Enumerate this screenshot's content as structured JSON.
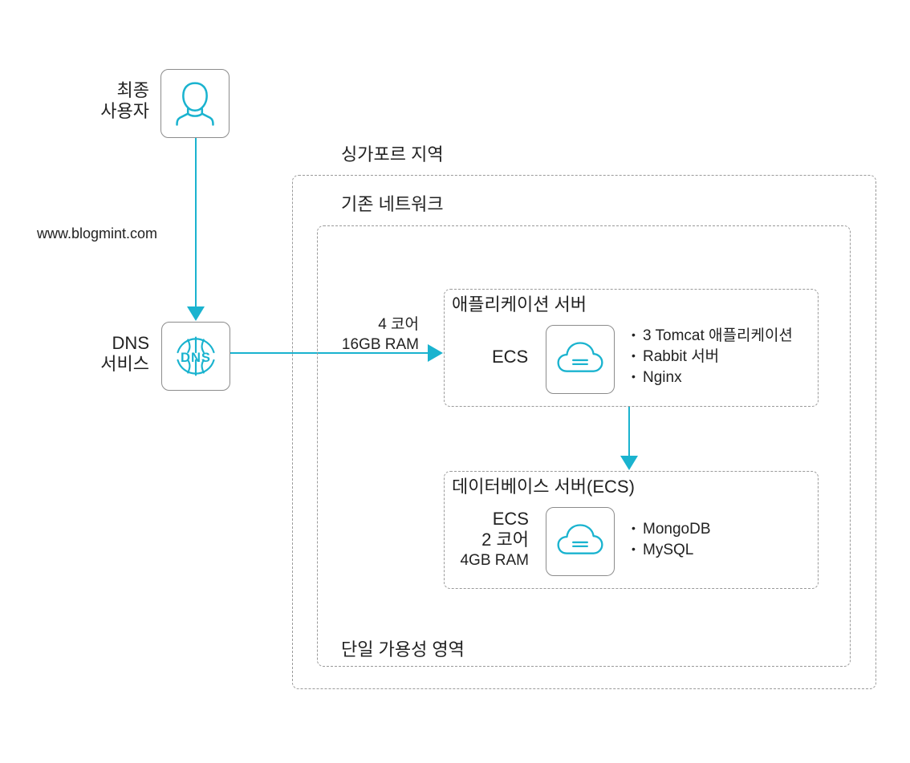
{
  "end_user": {
    "label_line1": "최종",
    "label_line2": "사용자"
  },
  "domain_link": "www.blogmint.com",
  "dns": {
    "label_line1": "DNS",
    "label_line2": "서비스",
    "icon_text": "DNS"
  },
  "region": {
    "title": "싱가포르 지역"
  },
  "network": {
    "title": "기존 네트워크"
  },
  "availability_zone": {
    "title": "단일 가용성 영역"
  },
  "connection": {
    "line1": "4 코어",
    "line2": "16GB RAM"
  },
  "app_server": {
    "title": "애플리케이션 서버",
    "ecs_label": "ECS",
    "items": [
      "3 Tomcat 애플리케이션",
      "Rabbit 서버",
      "Nginx"
    ]
  },
  "db_server": {
    "title": "데이터베이스 서버(ECS)",
    "ecs_label": "ECS",
    "cores": "2 코어",
    "ram": "4GB RAM",
    "items": [
      "MongoDB",
      "MySQL"
    ]
  },
  "colors": {
    "accent": "#1ab3cf",
    "border": "#9a9a9a"
  },
  "icons": {
    "user": "user-icon",
    "dns": "dns-icon",
    "cloud": "cloud-icon"
  }
}
